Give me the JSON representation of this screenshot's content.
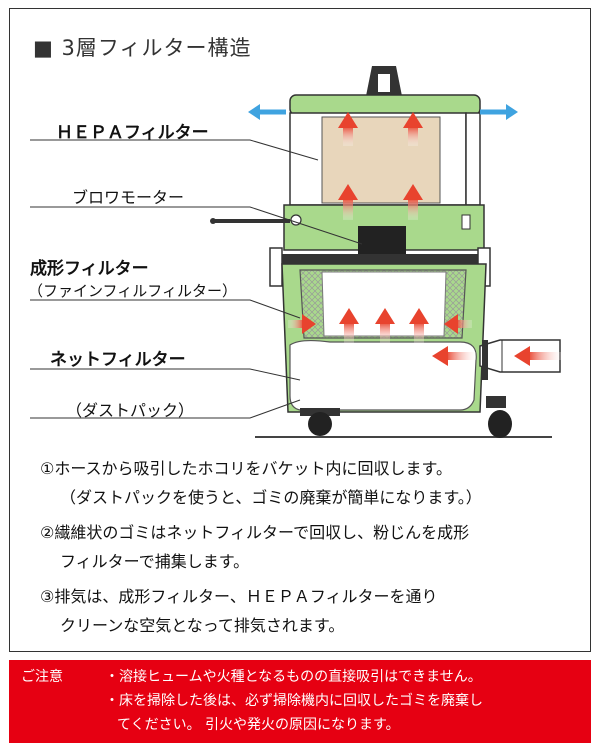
{
  "title": "■ 3層フィルター構造",
  "labels": {
    "hepa": "ＨＥＰＡフィルター",
    "blower": "ブロワモーター",
    "formed": "成形フィルター",
    "formed_sub": "（ファインフィルフィルター）",
    "net": "ネットフィルター",
    "dustpack": "（ダストパック）"
  },
  "steps": [
    {
      "line1": "①ホースから吸引したホコリをバケット内に回収します。",
      "line2": "（ダストパックを使うと、ゴミの廃棄が簡単になります。）"
    },
    {
      "line1": "②繊維状のゴミはネットフィルターで回収し、粉じんを成形",
      "line2": "フィルターで捕集します。"
    },
    {
      "line1": "③排気は、成形フィルター、ＨＥＰＡフィルターを通り",
      "line2": "クリーンな空気となって排気されます。"
    }
  ],
  "notice": {
    "heading": "ご注意",
    "bullet1": "・溶接ヒュームや火種となるものの直接吸引はできません。",
    "bullet2": "・床を掃除した後は、必ず掃除機内に回収したゴミを廃棄し",
    "bullet2_cont": "てください。 引火や発火の原因になります。"
  },
  "colors": {
    "body_green": "#a9d98c",
    "dark_green": "#6fae4e",
    "arrow_red": "#e8432e",
    "exhaust_blue": "#3fa3e0",
    "hepa_tan": "#e8d6bb",
    "notice_red": "#e60012"
  }
}
